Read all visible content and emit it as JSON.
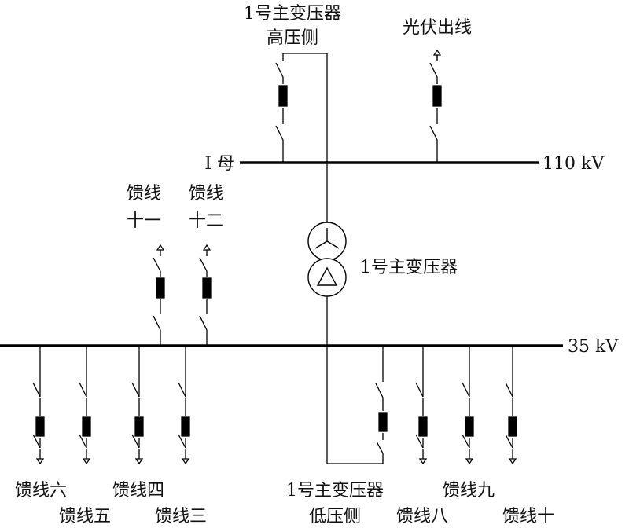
{
  "hv_side": {
    "line1": "1号主变压器",
    "line2": "高压侧"
  },
  "pv_outlet": "光伏出线",
  "hv_bus": {
    "name": "Ⅰ 母",
    "voltage": "110 kV"
  },
  "transformer": "1号主变压器",
  "lv_bus_voltage": "35 kV",
  "lv_side": {
    "line1": "1号主变压器",
    "line2": "低压侧"
  },
  "feeders": {
    "f11": {
      "line1": "馈线",
      "line2": "十一"
    },
    "f12": {
      "line1": "馈线",
      "line2": "十二"
    },
    "f3": "馈线三",
    "f4": "馈线四",
    "f5": "馈线五",
    "f6": "馈线六",
    "f8": "馈线八",
    "f9": "馈线九",
    "f10": "馈线十"
  }
}
